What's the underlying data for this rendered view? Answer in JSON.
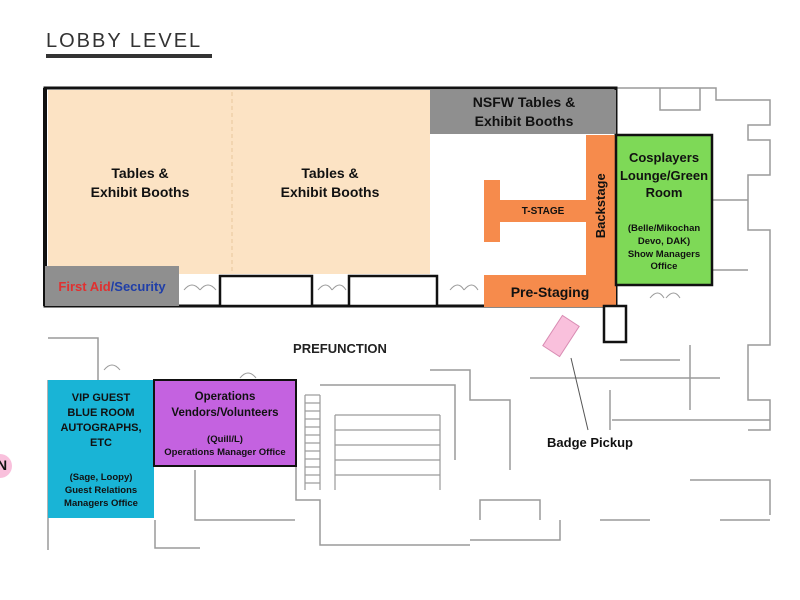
{
  "title": "LOBBY LEVEL",
  "colors": {
    "exhibit": "#fce3c4",
    "nsfw": "#8f8f8f",
    "stage": "#f68b4c",
    "cosplay": "#7ed957",
    "vip": "#19b4d6",
    "operations": "#c462e0",
    "badge": "#f9c0dc",
    "first_aid": "#e03131",
    "security": "#1f3ea8"
  },
  "areas": {
    "exhibit_left": {
      "line1": "Tables &",
      "line2": "Exhibit Booths"
    },
    "exhibit_right": {
      "line1": "Tables &",
      "line2": "Exhibit Booths"
    },
    "nsfw": {
      "line1": "NSFW Tables &",
      "line2": "Exhibit Booths"
    },
    "first_aid": {
      "part1": "First Aid",
      "sep": "/",
      "part2": "Security"
    },
    "t_stage": "T-STAGE",
    "backstage": "Backstage",
    "pre_staging": "Pre-Staging",
    "cosplay": {
      "line1": "Cosplayers",
      "line2": "Lounge/Green",
      "line3": "Room",
      "sub1": "(Belle/Mikochan",
      "sub2": "Devo, DAK)",
      "sub3": "Show Managers",
      "sub4": "Office"
    },
    "prefunction": "PREFUNCTION",
    "vip": {
      "line1": "VIP GUEST",
      "line2": "BLUE ROOM",
      "line3": "AUTOGRAPHS,",
      "line4": "ETC",
      "sub1": "(Sage, Loopy)",
      "sub2": "Guest Relations",
      "sub3": "Managers Office"
    },
    "operations": {
      "line1": "Operations",
      "line2": "Vendors/Volunteers",
      "sub1": "(Quill/L)",
      "sub2": "Operations Manager Office"
    },
    "badge_pickup": "Badge Pickup",
    "edge_marker": "N"
  }
}
